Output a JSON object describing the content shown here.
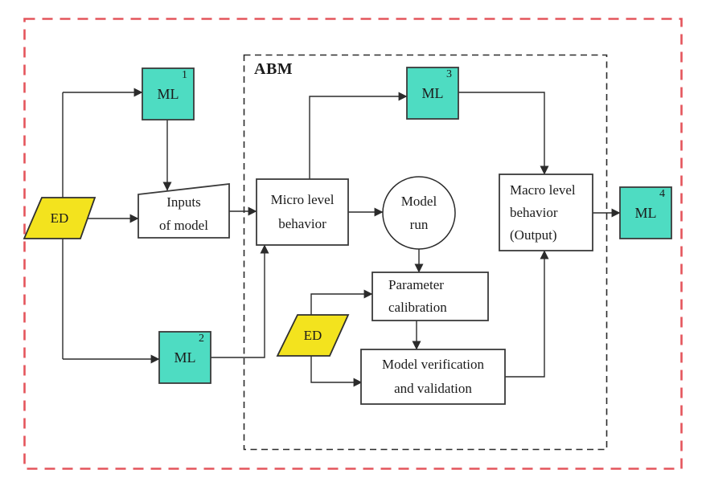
{
  "diagram": {
    "abm_group_label": "ABM",
    "nodes": {
      "ml1": {
        "label": "ML",
        "sup": "1"
      },
      "ml2": {
        "label": "ML",
        "sup": "2"
      },
      "ml3": {
        "label": "ML",
        "sup": "3"
      },
      "ml4": {
        "label": "ML",
        "sup": "4"
      },
      "ed_left": {
        "label": "ED"
      },
      "ed_abm": {
        "label": "ED"
      },
      "inputs": {
        "line1": "Inputs",
        "line2": "of model"
      },
      "micro": {
        "line1": "Micro level",
        "line2": "behavior"
      },
      "model_run": {
        "line1": "Model",
        "line2": "run"
      },
      "parameter": {
        "line1": "Parameter",
        "line2": "calibration"
      },
      "verification": {
        "line1": "Model verification",
        "line2": "and validation"
      },
      "macro": {
        "line1": "Macro level",
        "line2": "behavior",
        "line3": "(Output)"
      }
    },
    "colors": {
      "ml_fill": "#4edcc2",
      "ed_fill": "#f3e31e",
      "outer_border": "#e4555c",
      "connector": "#2b2b2b"
    }
  }
}
